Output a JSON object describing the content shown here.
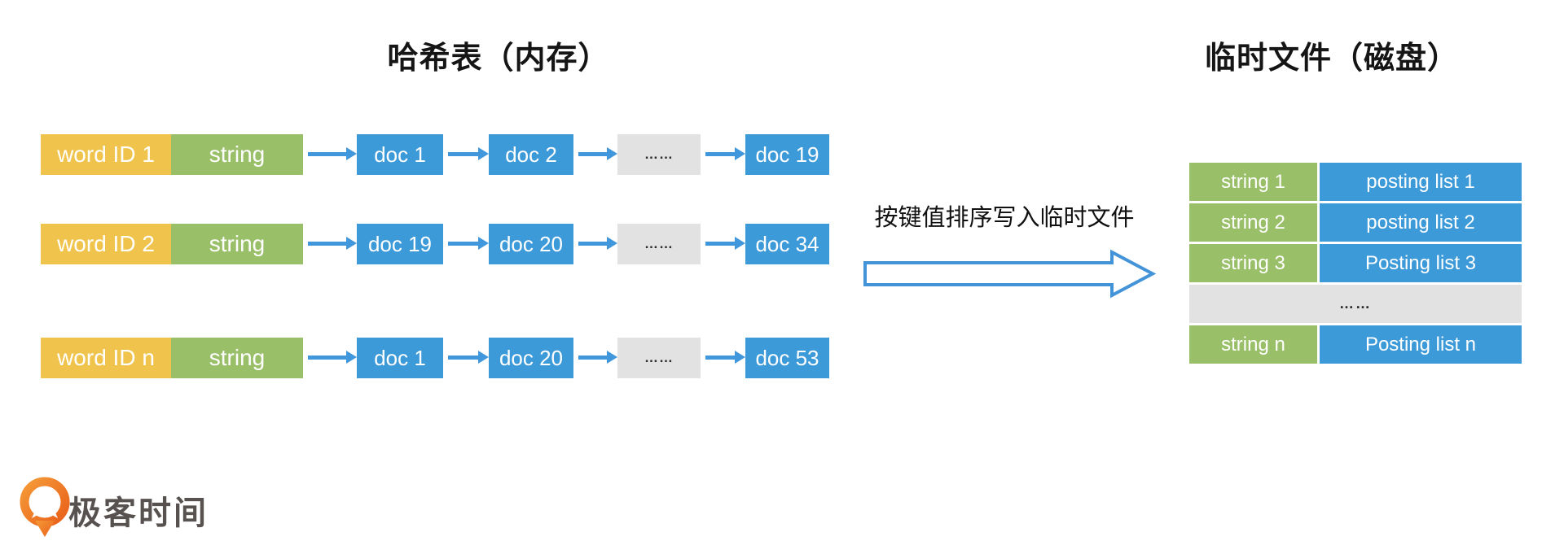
{
  "left_panel": {
    "title": "哈希表（内存）",
    "rows": [
      {
        "word_id": "word ID 1",
        "string_label": "string",
        "nodes": [
          "doc 1",
          "doc 2",
          "……",
          "doc 19"
        ]
      },
      {
        "word_id": "word ID 2",
        "string_label": "string",
        "nodes": [
          "doc 19",
          "doc 20",
          "……",
          "doc 34"
        ]
      },
      {
        "word_id": "word ID n",
        "string_label": "string",
        "nodes": [
          "doc 1",
          "doc 20",
          "……",
          "doc 53"
        ]
      }
    ]
  },
  "transfer_arrow": {
    "label": "按键值排序写入临时文件",
    "direction": "right"
  },
  "right_panel": {
    "title": "临时文件（磁盘）",
    "rows": [
      {
        "key": "string 1",
        "value": "posting list 1"
      },
      {
        "key": "string 2",
        "value": "posting list 2"
      },
      {
        "key": "string 3",
        "value": "Posting list 3"
      },
      {
        "ellipsis": "……"
      },
      {
        "key": "string n",
        "value": "Posting list n"
      }
    ]
  },
  "footer": {
    "logo_text": "极客时间",
    "logo_icon": "geektime-logo-icon"
  },
  "colors": {
    "word_id_bg": "#F0C44C",
    "string_bg": "#9ABF69",
    "doc_bg": "#3D9AD9",
    "ellipsis_bg": "#E2E2E2",
    "link_arrow": "#4197DB",
    "big_arrow_stroke": "#4393D9",
    "logo_orange": "#EE7223",
    "logo_text_color": "#575250",
    "text_dark": "#151515"
  }
}
